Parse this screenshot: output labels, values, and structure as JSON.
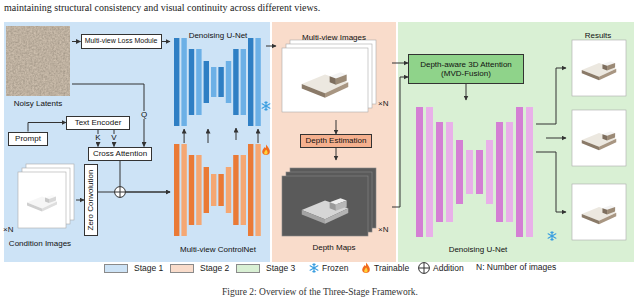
{
  "diagram": {
    "caption": "Figure 2: Overview of the Three-Stage Framework.",
    "nodes": [
      {
        "text": [
          "Noisy Latents"
        ]
      },
      {
        "text": [
          "Multi-view Loss Module"
        ]
      },
      {
        "text": [
          "Denoising U-Net"
        ]
      },
      {
        "text": [
          "Text Encoder"
        ]
      },
      {
        "text": [
          "Prompt"
        ]
      },
      {
        "text": [
          "Cross Attention"
        ]
      },
      {
        "text": [
          "Condition Images"
        ]
      },
      {
        "text": [
          "Zero Convolution"
        ]
      },
      {
        "text": [
          "Multi-view ControlNet"
        ]
      },
      {
        "text": [
          "Multi-view Images"
        ]
      },
      {
        "text": [
          "Depth Estimation"
        ]
      },
      {
        "text": [
          "Depth Maps"
        ]
      },
      {
        "text": [
          "Depth-aware 3D Attention (MVD-Fusion)"
        ]
      },
      {
        "text": [
          "Denoising U-Net"
        ]
      },
      {
        "text": [
          "Results"
        ]
      }
    ],
    "edges": [
      {
        "from": 0,
        "to": 1,
        "arrow": "to"
      },
      {
        "from": 1,
        "to": 2,
        "arrow": "to"
      },
      {
        "from": 0,
        "to": 5,
        "label": "Q",
        "arrow": "to"
      },
      {
        "from": 4,
        "to": 3,
        "arrow": "to"
      },
      {
        "from": 3,
        "to": 5,
        "label": "K",
        "arrow": "to"
      },
      {
        "from": 3,
        "to": 5,
        "label": "V",
        "arrow": "to"
      },
      {
        "from": 5,
        "to": 8,
        "arrow": "to"
      },
      {
        "from": 6,
        "to": 7,
        "arrow": "to"
      },
      {
        "from": 7,
        "to": 8,
        "arrow": "to"
      },
      {
        "from": 8,
        "to": 2,
        "arrow": "to"
      },
      {
        "from": 2,
        "to": 9,
        "arrow": "to"
      },
      {
        "from": 9,
        "to": 10,
        "arrow": "to"
      },
      {
        "from": 10,
        "to": 11,
        "arrow": "to"
      },
      {
        "from": 9,
        "to": 12,
        "arrow": "to"
      },
      {
        "from": 11,
        "to": 12,
        "arrow": "to"
      },
      {
        "from": 12,
        "to": 13,
        "arrow": "to"
      },
      {
        "from": 13,
        "to": 14,
        "arrow": "to"
      }
    ],
    "labels": [
      "maintaining structural consistency and visual continuity across different views.",
      "×N",
      "×N",
      "×N",
      "N: Number of images"
    ],
    "legend": [
      {
        "text": "Stage 1",
        "color": "#cde3f6"
      },
      {
        "text": "Stage 2",
        "color": "#f9dccb"
      },
      {
        "text": "Stage 3",
        "color": "#d9f0d4"
      },
      {
        "text": "Frozen"
      },
      {
        "text": "Trainable"
      },
      {
        "text": "Addition"
      }
    ]
  }
}
